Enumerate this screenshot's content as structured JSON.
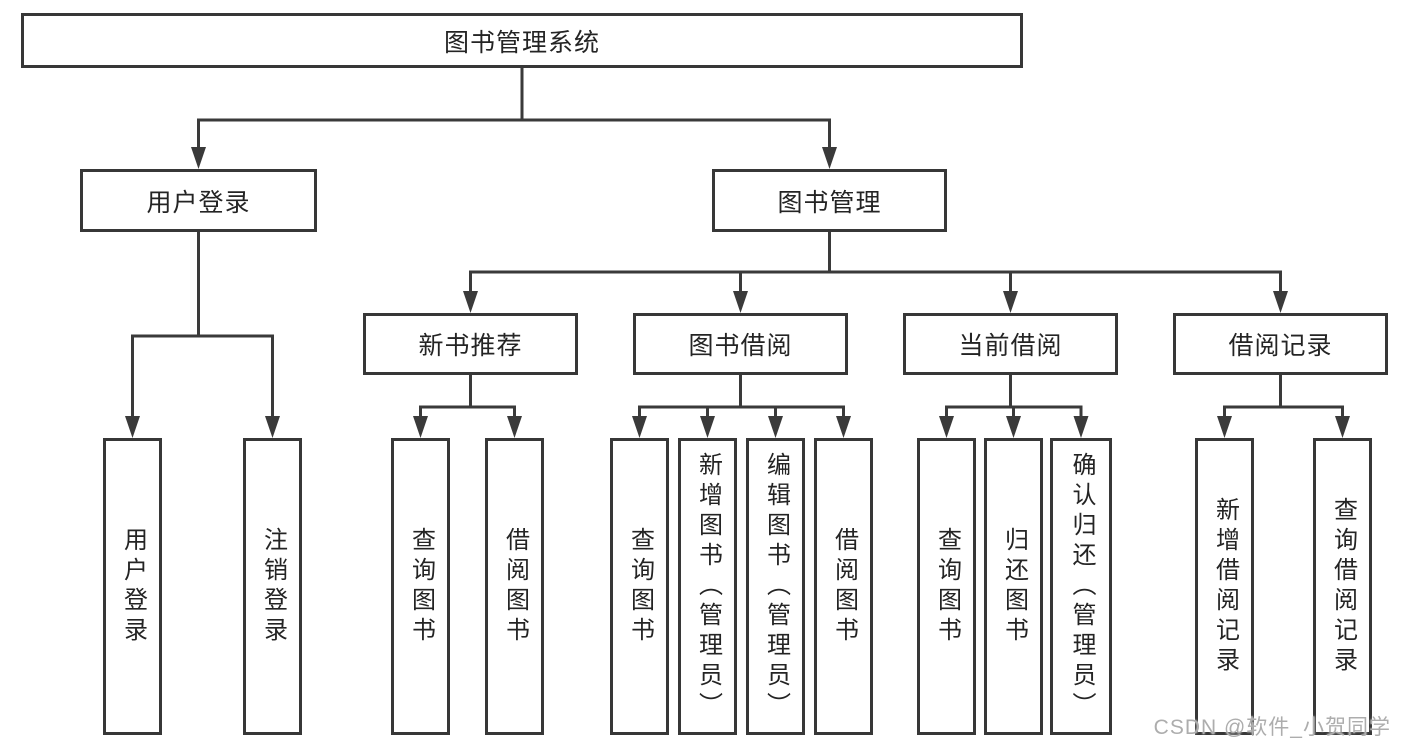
{
  "diagram": {
    "root": "图书管理系统",
    "user_login": {
      "label": "用户登录",
      "children": [
        "用户登录",
        "注销登录"
      ]
    },
    "book_mgmt": {
      "label": "图书管理",
      "sections": [
        {
          "label": "新书推荐",
          "children": [
            "查询图书",
            "借阅图书"
          ]
        },
        {
          "label": "图书借阅",
          "children": [
            "查询图书",
            "新增图书（管理员）",
            "编辑图书（管理员）",
            "借阅图书"
          ]
        },
        {
          "label": "当前借阅",
          "children": [
            "查询图书",
            "归还图书",
            "确认归还（管理员）"
          ]
        },
        {
          "label": "借阅记录",
          "children": [
            "新增借阅记录",
            "查询借阅记录"
          ]
        }
      ]
    }
  },
  "watermark": "CSDN @软件_小贺同学",
  "colors": {
    "line": "#3a3a3a",
    "text": "#242424",
    "background": "#ffffff",
    "watermark": "#adadad"
  }
}
